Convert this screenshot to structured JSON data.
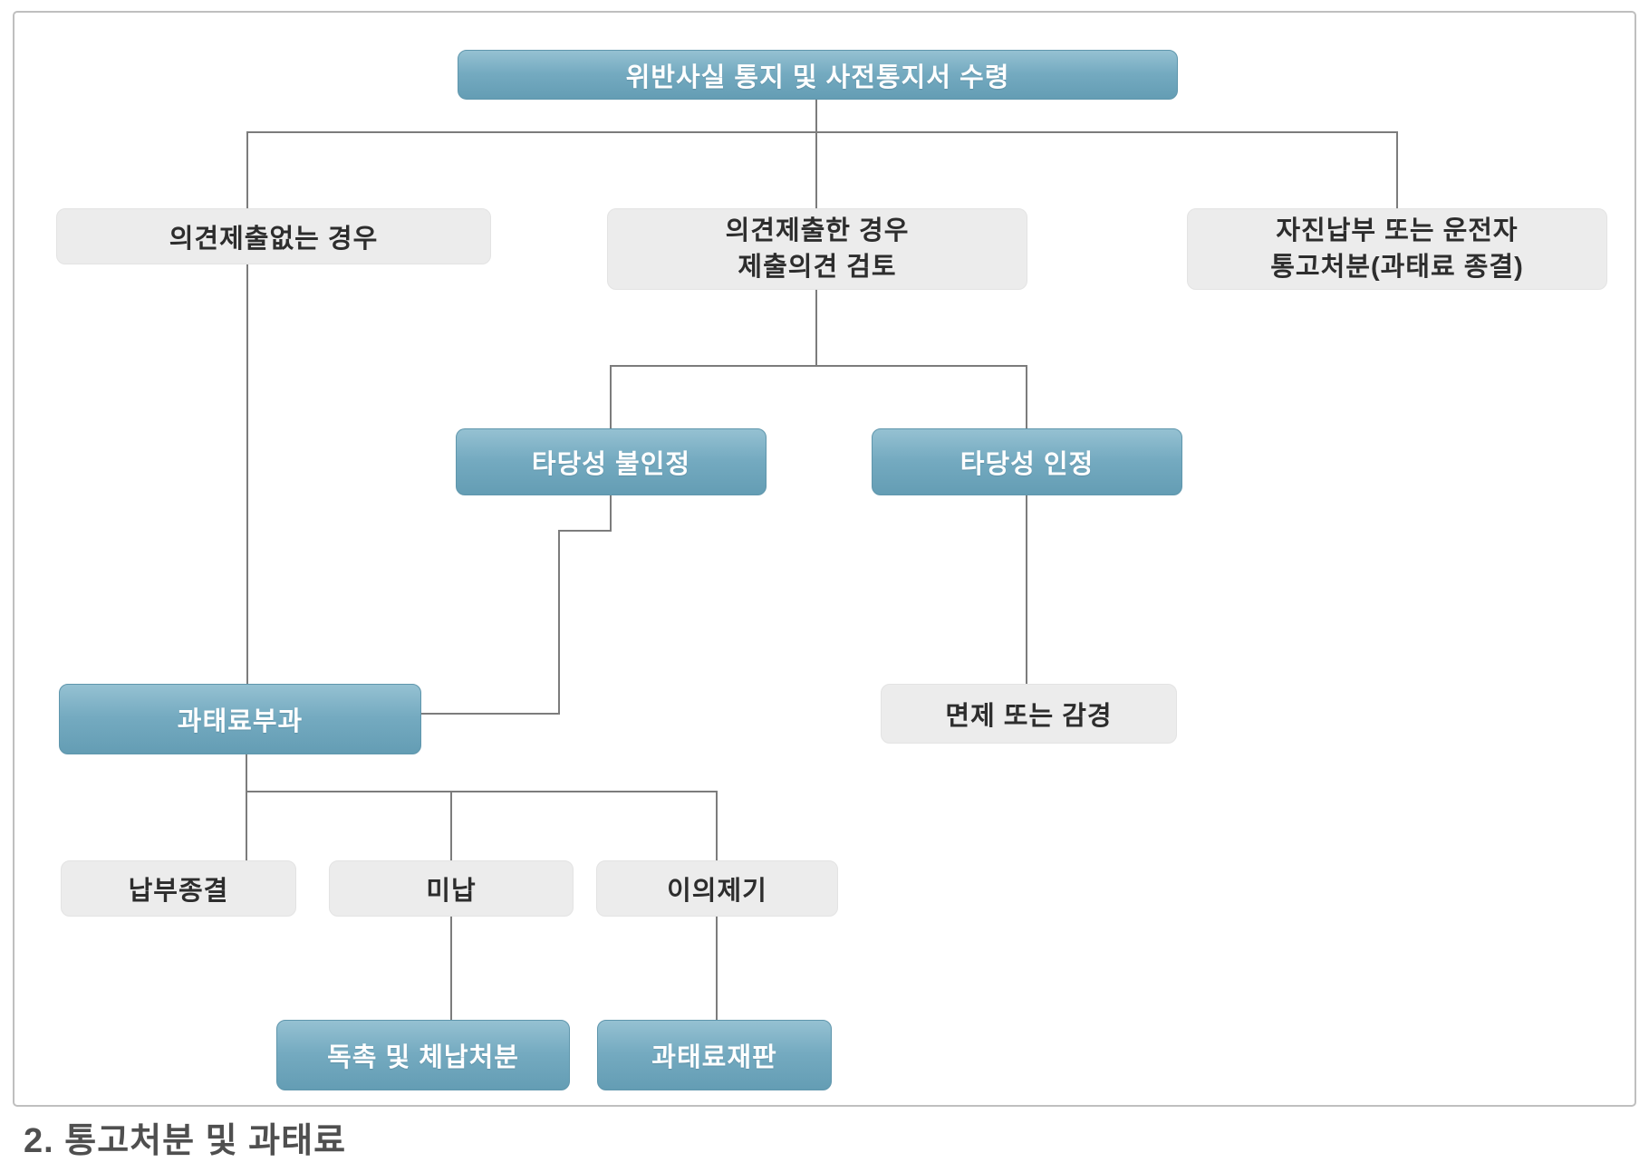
{
  "diagram": {
    "title_node": {
      "label": "위반사실 통지 및 사전통지서 수령"
    },
    "nodes": {
      "no_opinion": {
        "label": "의견제출없는 경우"
      },
      "opinion_submitted": {
        "line1": "의견제출한 경우",
        "line2": "제출의견 검토"
      },
      "voluntary_payment": {
        "line1": "자진납부 또는 운전자",
        "line2": "통고처분(과태료 종결)"
      },
      "validity_denied": {
        "label": "타당성 불인정"
      },
      "validity_accepted": {
        "label": "타당성 인정"
      },
      "fine_imposed": {
        "label": "과태료부과"
      },
      "exemption_reduction": {
        "label": "면제 또는 감경"
      },
      "payment_closed": {
        "label": "납부종결"
      },
      "unpaid": {
        "label": "미납"
      },
      "objection": {
        "label": "이의제기"
      },
      "demand_disposition": {
        "label": "독촉 및 체납처분"
      },
      "fine_trial": {
        "label": "과태료재판"
      }
    },
    "caption": "2. 통고처분 및 과태료",
    "colors": {
      "primary_box_top": "#95c1d2",
      "primary_box_bottom": "#649db4",
      "secondary_box": "#ececec",
      "connector_line": "#7c7c7c",
      "frame_border": "#bfbfbf",
      "primary_text": "#ffffff",
      "secondary_text": "#2d2d2d"
    }
  }
}
